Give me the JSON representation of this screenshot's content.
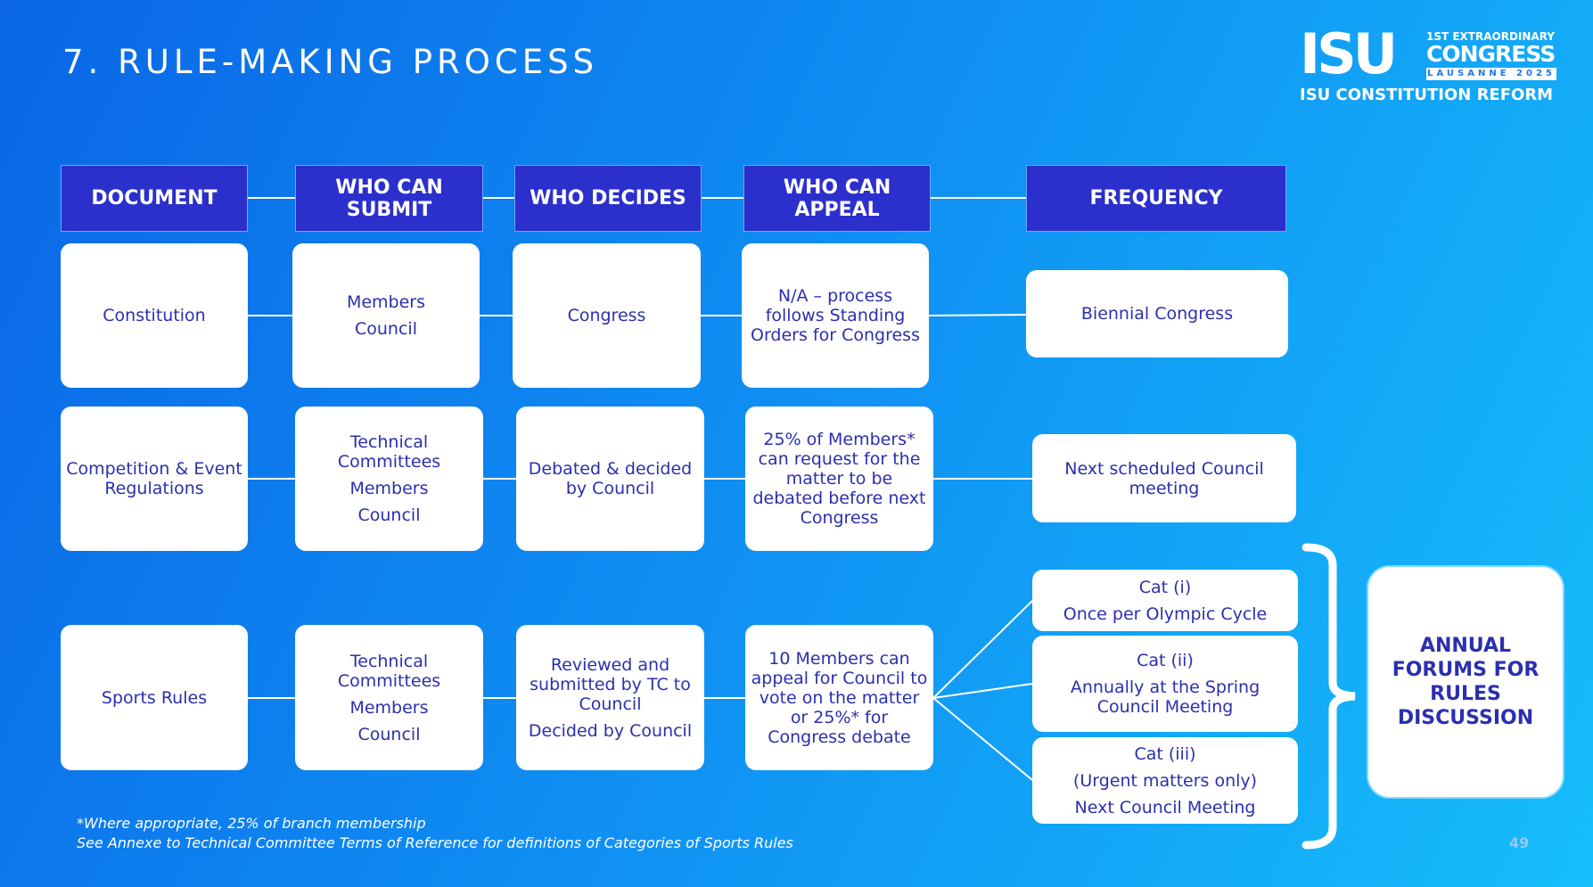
{
  "title": "7. RULE-MAKING PROCESS",
  "logo": {
    "word": "ISU",
    "line1": "1ST EXTRAORDINARY",
    "line2": "CONGRESS",
    "line3": "LAUSANNE 2025"
  },
  "subtitle": "ISU CONSTITUTION REFORM",
  "headers": [
    "DOCUMENT",
    "WHO CAN SUBMIT",
    "WHO DECIDES",
    "WHO CAN APPEAL",
    "FREQUENCY"
  ],
  "rows": {
    "constitution": {
      "document": "Constitution",
      "submit": [
        "Members",
        "Council"
      ],
      "decides": [
        "Congress"
      ],
      "appeal": [
        "N/A – process follows Standing Orders for Congress"
      ],
      "frequency": [
        "Biennial Congress"
      ]
    },
    "competition": {
      "document": "Competition & Event Regulations",
      "submit": [
        "Technical Committees",
        "Members",
        "Council"
      ],
      "decides": [
        "Debated & decided by Council"
      ],
      "appeal": [
        "25% of Members* can request for the matter to be debated before next Congress"
      ],
      "frequency": [
        "Next scheduled Council meeting"
      ]
    },
    "sports": {
      "document": "Sports Rules",
      "submit": [
        "Technical Committees",
        "Members",
        "Council"
      ],
      "decides": [
        "Reviewed and submitted by TC to Council",
        "Decided by Council"
      ],
      "appeal": [
        "10 Members can appeal  for Council to vote on the matter or 25%* for Congress debate"
      ]
    }
  },
  "categories": [
    {
      "label": "Cat (i)",
      "lines": [
        "Once per Olympic Cycle"
      ]
    },
    {
      "label": "Cat (ii)",
      "lines": [
        "Annually at the Spring Council Meeting"
      ]
    },
    {
      "label": "Cat (iii)",
      "lines": [
        "(Urgent matters only)",
        "Next Council Meeting"
      ]
    }
  ],
  "forum": "ANNUAL FORUMS FOR RULES DISCUSSION",
  "footnotes": [
    "*Where appropriate, 25% of branch membership",
    "See Annexe to Technical Committee Terms of Reference for definitions of Categories of Sports Rules"
  ],
  "page_number": "49",
  "colors": {
    "header_bg": "#2b2fcc",
    "text": "#2b2fae",
    "card_bg": "#ffffff"
  }
}
